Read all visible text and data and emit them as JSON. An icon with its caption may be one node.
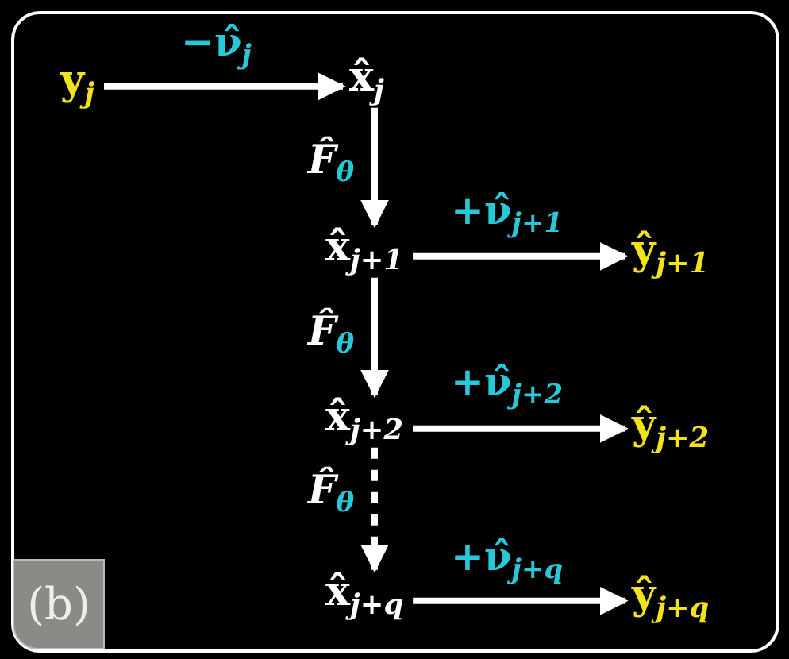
{
  "diagram": {
    "nodes": [
      {
        "text": [
          "y$_{j}$"
        ]
      },
      {
        "text": [
          "x̂$_{j}$"
        ]
      },
      {
        "text": [
          "x̂$_{j+1}$"
        ]
      },
      {
        "text": [
          "ŷ$_{j+1}$"
        ]
      },
      {
        "text": [
          "x̂$_{j+2}$"
        ]
      },
      {
        "text": [
          "ŷ$_{j+2}$"
        ]
      },
      {
        "text": [
          "x̂$_{j+q}$"
        ]
      },
      {
        "text": [
          "ŷ$_{j+q}$"
        ]
      }
    ],
    "edges": [
      {
        "from": 0,
        "to": 1,
        "arrow": "to",
        "label": "−ν̂$_{j}$"
      },
      {
        "from": 1,
        "to": 2,
        "arrow": "to",
        "label": "F̂$_{θ}$"
      },
      {
        "from": 2,
        "to": 3,
        "arrow": "to",
        "label": "+ν̂$_{j+1}$"
      },
      {
        "from": 2,
        "to": 4,
        "arrow": "to",
        "label": "F̂$_{θ}$"
      },
      {
        "from": 4,
        "to": 5,
        "arrow": "to",
        "label": "+ν̂$_{j+2}$"
      },
      {
        "from": 4,
        "to": 6,
        "arrow": "to",
        "label": "F̂$_{θ}$",
        "style": "dashed"
      },
      {
        "from": 6,
        "to": 7,
        "arrow": "to",
        "label": "+ν̂$_{j+q}$"
      }
    ],
    "labels": [
      "(b)"
    ]
  }
}
